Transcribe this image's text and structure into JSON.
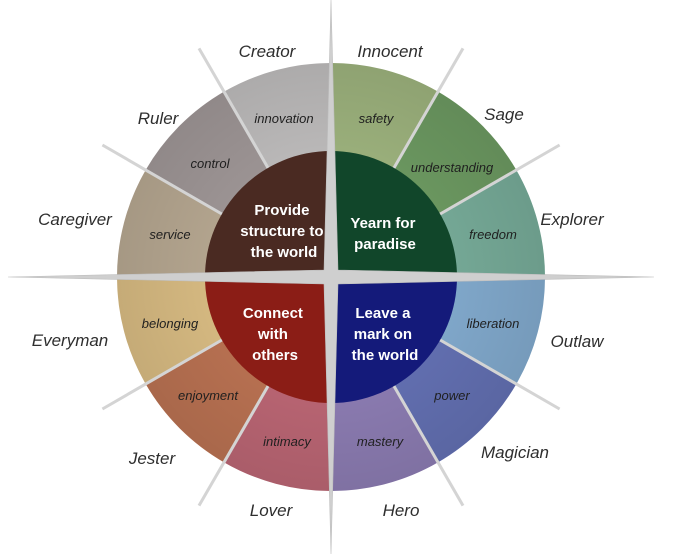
{
  "quadrants": [
    {
      "id": "structure",
      "lines": [
        "Provide",
        "structure to",
        "the world"
      ],
      "color": "#4a2a22"
    },
    {
      "id": "paradise",
      "lines": [
        "Yearn for",
        "paradise"
      ],
      "color": "#11462a"
    },
    {
      "id": "connect",
      "lines": [
        "Connect",
        "with",
        "others"
      ],
      "color": "#8b1d16"
    },
    {
      "id": "mark",
      "lines": [
        "Leave a",
        "mark on",
        "the world"
      ],
      "color": "#141a7a"
    }
  ],
  "segments": [
    {
      "archetype": "Innocent",
      "motive": "safety",
      "color": "#a8bf86"
    },
    {
      "archetype": "Sage",
      "motive": "understanding",
      "color": "#74a468"
    },
    {
      "archetype": "Explorer",
      "motive": "freedom",
      "color": "#7fb7a3"
    },
    {
      "archetype": "Outlaw",
      "motive": "liberation",
      "color": "#8bb6dc"
    },
    {
      "archetype": "Magician",
      "motive": "power",
      "color": "#6a78bf"
    },
    {
      "archetype": "Hero",
      "motive": "mastery",
      "color": "#9685bf"
    },
    {
      "archetype": "Lover",
      "motive": "intimacy",
      "color": "#c86d7c"
    },
    {
      "archetype": "Jester",
      "motive": "enjoyment",
      "color": "#c77a58"
    },
    {
      "archetype": "Everyman",
      "motive": "belonging",
      "color": "#e8c98c"
    },
    {
      "archetype": "Caregiver",
      "motive": "service",
      "color": "#c3b39b"
    },
    {
      "archetype": "Ruler",
      "motive": "control",
      "color": "#aaa1a1"
    },
    {
      "archetype": "Creator",
      "motive": "innovation",
      "color": "#cbc9c9"
    }
  ]
}
